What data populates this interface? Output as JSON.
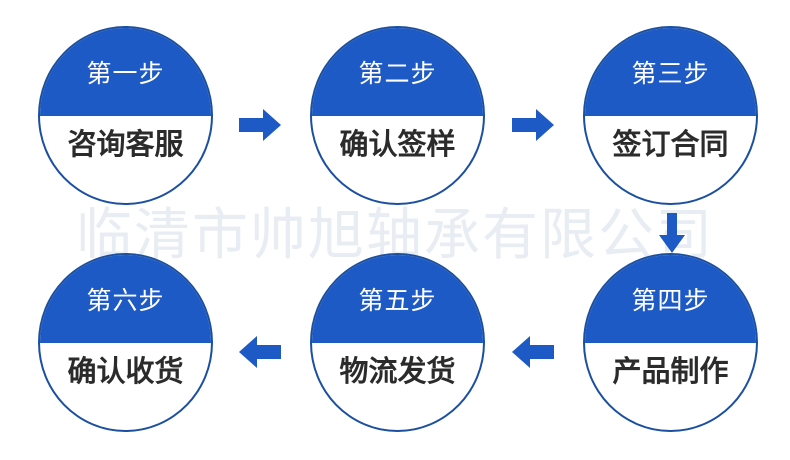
{
  "diagram": {
    "title": "six-step ordering process flowchart",
    "background_color": "#ffffff",
    "accent_color": "#1d5ac5",
    "border_color": "#1b4fa0",
    "body_text_color": "#2b2b2b",
    "cap_text_color": "#ffffff",
    "watermark_color": "#e8ecf3"
  },
  "watermark": {
    "text": "临清市帅旭轴承有限公司"
  },
  "steps": [
    {
      "cap": "第一步",
      "body": "咨询客服"
    },
    {
      "cap": "第二步",
      "body": "确认签样"
    },
    {
      "cap": "第三步",
      "body": "签订合同"
    },
    {
      "cap": "第四步",
      "body": "产品制作"
    },
    {
      "cap": "第五步",
      "body": "物流发货"
    },
    {
      "cap": "第六步",
      "body": "确认收货"
    }
  ],
  "connectors": [
    {
      "name": "arrow-step1-to-step2",
      "direction": "right"
    },
    {
      "name": "arrow-step2-to-step3",
      "direction": "right"
    },
    {
      "name": "arrow-step3-to-step4",
      "direction": "down"
    },
    {
      "name": "arrow-step4-to-step5",
      "direction": "left"
    },
    {
      "name": "arrow-step5-to-step6",
      "direction": "left"
    }
  ]
}
